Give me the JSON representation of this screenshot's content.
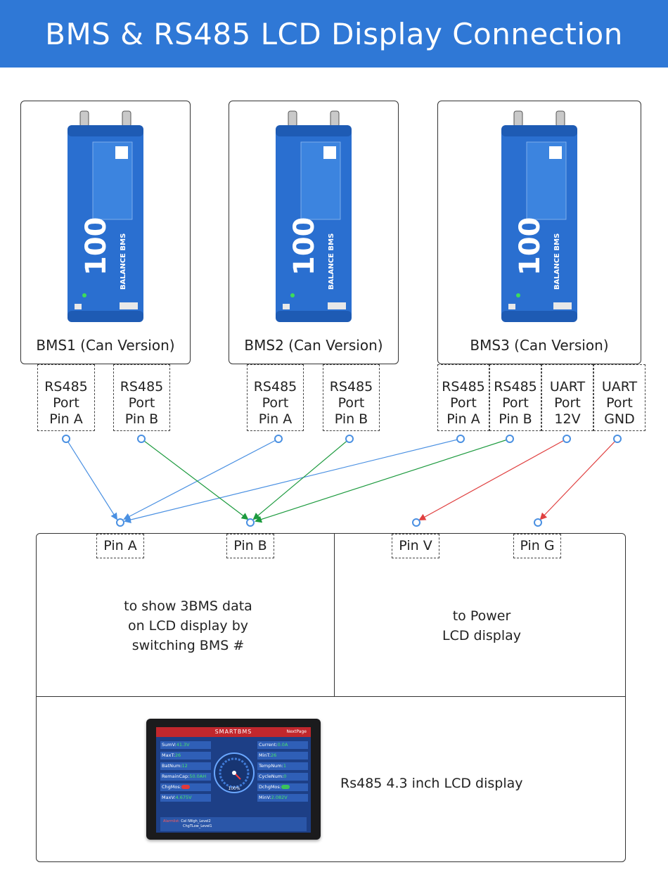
{
  "header": {
    "title": "BMS & RS485 LCD Display Connection",
    "bg": "#2f78d6"
  },
  "bms_units": [
    {
      "label": "BMS1 (Can Version)",
      "device_text": "BALANCE BMS"
    },
    {
      "label": "BMS2 (Can Version)",
      "device_text": "BALANCE BMS"
    },
    {
      "label": "BMS3 (Can Version)",
      "device_text": "BALANCE BMS"
    }
  ],
  "ports": [
    {
      "line1": "RS485",
      "line2": "Port",
      "line3": "Pin A"
    },
    {
      "line1": "RS485",
      "line2": "Port",
      "line3": "Pin B"
    },
    {
      "line1": "RS485",
      "line2": "Port",
      "line3": "Pin A"
    },
    {
      "line1": "RS485",
      "line2": "Port",
      "line3": "Pin B"
    },
    {
      "line1": "RS485",
      "line2": "Port",
      "line3": "Pin A"
    },
    {
      "line1": "RS485",
      "line2": "Port",
      "line3": "Pin B"
    },
    {
      "line1": "UART",
      "line2": "Port",
      "line3": "12V"
    },
    {
      "line1": "UART",
      "line2": "Port",
      "line3": "GND"
    }
  ],
  "lcd_pins": [
    {
      "label": "Pin A"
    },
    {
      "label": "Pin B"
    },
    {
      "label": "Pin V"
    },
    {
      "label": "Pin G"
    }
  ],
  "descriptions": {
    "data": [
      "to show 3BMS data",
      "on LCD display by",
      "switching BMS #"
    ],
    "power": [
      "to Power",
      "LCD display"
    ],
    "lcd_caption": "Rs485 4.3 inch LCD display"
  },
  "connection_colors": {
    "pin_a": "#4a90e2",
    "pin_b": "#1c9a3e",
    "power": "#e04040"
  },
  "lcd_screen": {
    "title": "SMARTBMS",
    "next_page": "NextPage",
    "left": [
      {
        "k": "SumV:",
        "v": "41.3V"
      },
      {
        "k": "MaxT:",
        "v": "26"
      },
      {
        "k": "BatNum:",
        "v": "12"
      },
      {
        "k": "RemainCap:",
        "v": "50.0AH"
      },
      {
        "k": "ChgMos:",
        "v": ""
      },
      {
        "k": "MaxV:",
        "v": "4.675V"
      }
    ],
    "right": [
      {
        "k": "Current:",
        "v": "0.0A"
      },
      {
        "k": "MinT:",
        "v": "26"
      },
      {
        "k": "TempNum:",
        "v": "1"
      },
      {
        "k": "CycleNum:",
        "v": "0"
      },
      {
        "k": "DchgMos:",
        "v": ""
      },
      {
        "k": "MinV:",
        "v": "2.082V"
      }
    ],
    "soc": "100%",
    "alarm_label": "Alarmlist:",
    "alarm_1": "Cel lWigh_Level2",
    "alarm_2": "ChgTLow_Level1"
  }
}
